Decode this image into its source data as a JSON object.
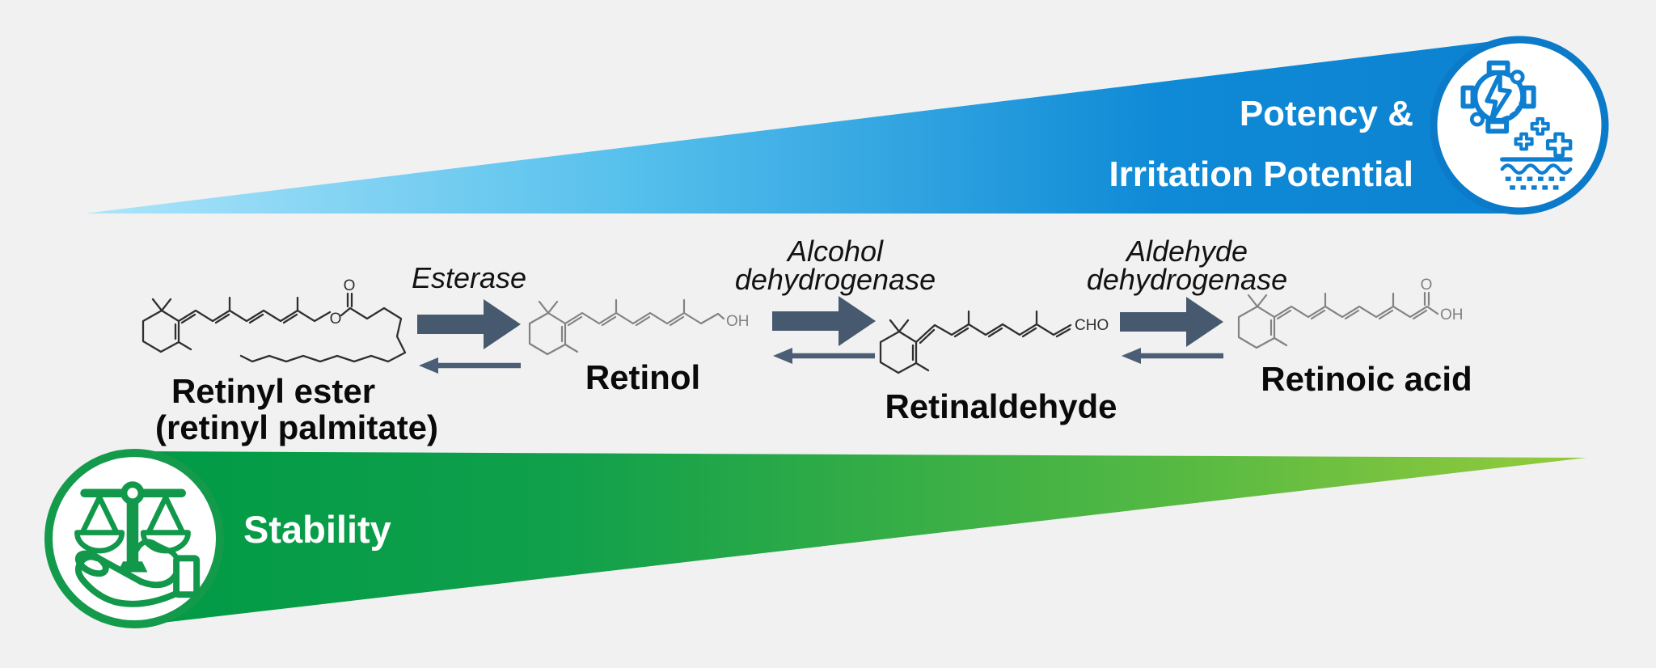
{
  "top_wedge": {
    "label_line1": "Potency &",
    "label_line2": "Irritation Potential",
    "gradient_start": "#ade5fa",
    "gradient_end": "#0c82d1",
    "circle_ring_color": "#0b7ac8",
    "icon_color": "#0e7fd0",
    "icon": "energy-skin-icon"
  },
  "bottom_wedge": {
    "label": "Stability",
    "gradient_start": "#009a46",
    "gradient_end": "#96cb3c",
    "circle_ring_color": "#149a4b",
    "icon_color": "#12984a",
    "icon": "balance-hand-icon"
  },
  "pathway": {
    "arrow_color": "#47596e",
    "reverse_arrow_color": "#4b5e76",
    "compounds": [
      {
        "label": "Retinyl ester",
        "sublabel": "(retinyl palmitate)",
        "atom_ester_o": "O",
        "atom_carbonyl_o": "O"
      },
      {
        "label": "Retinol",
        "atom_oh": "OH"
      },
      {
        "label": "Retinaldehyde",
        "atom_cho": "CHO"
      },
      {
        "label": "Retinoic acid",
        "atom_carbonyl_o": "O",
        "atom_oh": "OH"
      }
    ],
    "enzymes": [
      {
        "line1": "Esterase",
        "line2": ""
      },
      {
        "line1": "Alcohol",
        "line2": "dehydrogenase"
      },
      {
        "line1": "Aldehyde",
        "line2": "dehydrogenase"
      }
    ]
  }
}
